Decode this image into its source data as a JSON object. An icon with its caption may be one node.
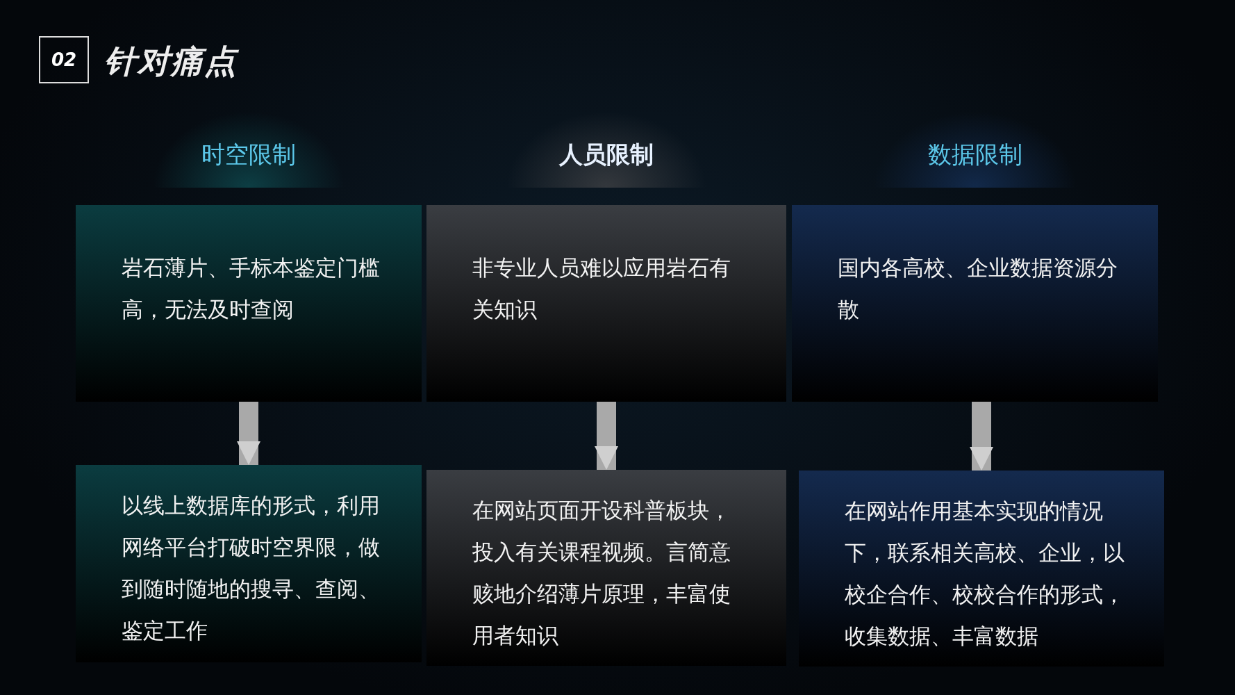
{
  "diagram": {
    "title": "针对痛点",
    "nodes": [
      {
        "text": [
          "时空限制",
          "岩石薄片、手标本鉴定门槛高，无法及时查阅"
        ]
      },
      {
        "text": [
          "人员限制",
          "非专业人员难以应用岩石有关知识"
        ]
      },
      {
        "text": [
          "数据限制",
          "国内各高校、企业数据资源分散"
        ]
      },
      {
        "text": [
          "以线上数据库的形式，利用网络平台打破时空界限，做到随时随地的搜寻、查阅、鉴定工作"
        ]
      },
      {
        "text": [
          "在网站页面开设科普板块，投入有关课程视频。言简意赅地介绍薄片原理，丰富使用者知识"
        ]
      },
      {
        "text": [
          "在网站作用基本实现的情况下，联系相关高校、企业，以校企合作、校校合作的形式，收集数据、丰富数据"
        ]
      }
    ],
    "edges": [
      {
        "from": 0,
        "to": 3,
        "arrow": "to"
      },
      {
        "from": 1,
        "to": 4,
        "arrow": "to"
      },
      {
        "from": 2,
        "to": 5,
        "arrow": "to"
      }
    ],
    "labels": [
      "02"
    ]
  }
}
